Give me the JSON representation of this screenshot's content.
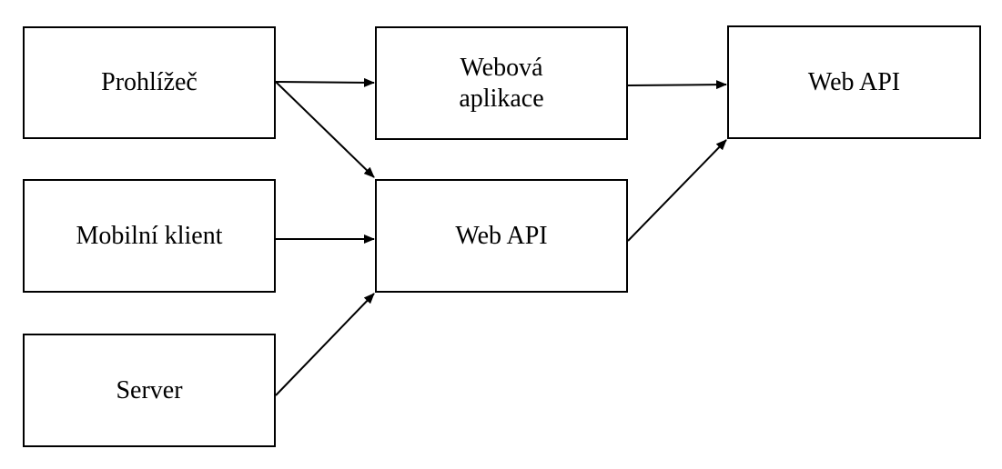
{
  "nodes": {
    "browser": "Prohlížeč",
    "mobile": "Mobilní klient",
    "server": "Server",
    "webapp": "Webová aplikace",
    "webapi_client": "Web API",
    "webapi_backend": "Web API"
  },
  "edges": [
    {
      "from": "browser",
      "to": "webapp"
    },
    {
      "from": "browser",
      "to": "webapi_client"
    },
    {
      "from": "mobile",
      "to": "webapi_client"
    },
    {
      "from": "server",
      "to": "webapi_client"
    },
    {
      "from": "webapp",
      "to": "webapi_backend"
    },
    {
      "from": "webapi_client",
      "to": "webapi_backend"
    }
  ],
  "colors": {
    "stroke": "#000000",
    "background": "#ffffff"
  }
}
